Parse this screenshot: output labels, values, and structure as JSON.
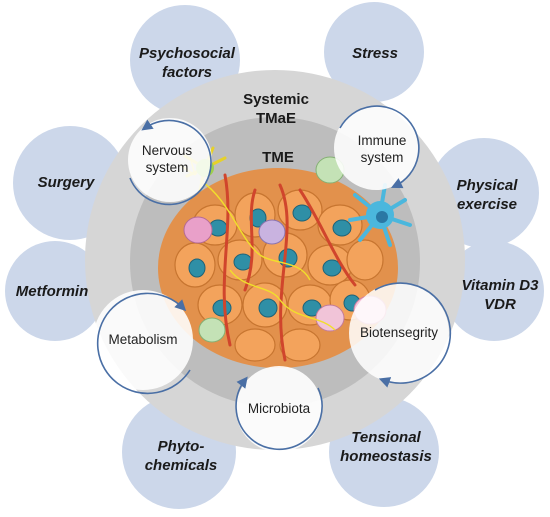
{
  "colors": {
    "bubble_fill": "#ccd7ea",
    "systemic_ring": "#d6d6d6",
    "tme_ring": "#bdbdbd",
    "arrow": "#4a6fa5",
    "cell_orange": "#f3a35c",
    "nucleus_teal": "#2f8fa6",
    "vessel_red": "#d0452c",
    "nerve_yellow": "#f1df2b"
  },
  "center": {
    "systemic_line1": "Systemic",
    "systemic_line2": "TMaE",
    "tme": "TME"
  },
  "outer_factors": {
    "psychosocial": [
      "Psychosocial",
      "factors"
    ],
    "stress": [
      "Stress"
    ],
    "surgery": [
      "Surgery"
    ],
    "physical_exercise": [
      "Physical",
      "exercise"
    ],
    "metformin": [
      "Metformin"
    ],
    "vitamin_d3": [
      "Vitamin D3",
      "VDR"
    ],
    "phytochemicals": [
      "Phyto-",
      "chemicals"
    ],
    "tensional": [
      "Tensional",
      "homeostasis"
    ]
  },
  "inner_systems": {
    "nervous": [
      "Nervous",
      "system"
    ],
    "immune": [
      "Immune",
      "system"
    ],
    "metabolism": [
      "Metabolism"
    ],
    "biotensegrity": [
      "Biotensegrity"
    ],
    "microbiota": [
      "Microbiota"
    ]
  }
}
